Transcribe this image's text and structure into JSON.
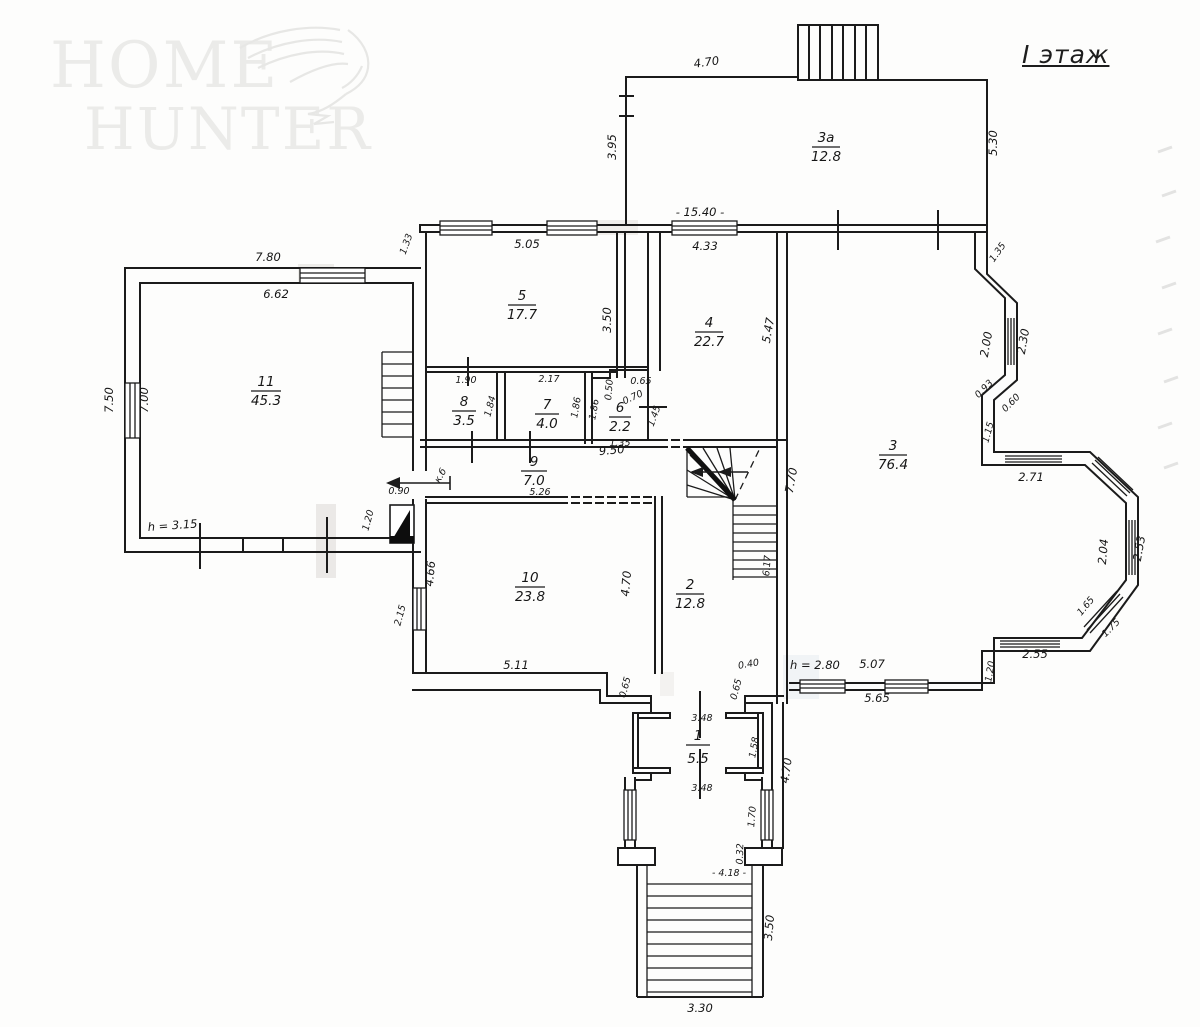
{
  "floor_label": "I этаж",
  "watermark": {
    "line1": "HOME",
    "line2": "HUNTER"
  },
  "rooms": [
    {
      "number": "3а",
      "area": "12.8"
    },
    {
      "number": "11",
      "area": "45.3"
    },
    {
      "number": "5",
      "area": "17.7"
    },
    {
      "number": "4",
      "area": "22.7"
    },
    {
      "number": "8",
      "area": "3.5"
    },
    {
      "number": "7",
      "area": "4.0"
    },
    {
      "number": "6",
      "area": "2.2"
    },
    {
      "number": "9",
      "area": "7.0"
    },
    {
      "number": "10",
      "area": "23.8"
    },
    {
      "number": "2",
      "area": "12.8"
    },
    {
      "number": "3",
      "area": "76.4"
    },
    {
      "number": "1",
      "area": "5.5"
    }
  ],
  "dims": {
    "t_top": "4.70",
    "t_left": "3.95",
    "t_right": "5.30",
    "t_width": "- 15.40 -",
    "block_left": "1.33",
    "r11_top_out": "7.80",
    "r11_top_in": "6.62",
    "r11_left_out": "7.50",
    "r11_left_in": "7.00",
    "r11_h": "h = 3.15",
    "r11_b_right": "1.20",
    "r11_door": "0.90",
    "r5_top": "5.05",
    "r5_right": "3.50",
    "r4_top": "4.33",
    "r4_right": "5.47",
    "r8_top": "1.90",
    "r8_right": "1.84",
    "r7_top": "2.17",
    "r7_right": "1.86",
    "r6_left": "1.86",
    "r6_step": "0.50",
    "r6_top": "0.65",
    "r6_door": "0.70",
    "r6_right": "1.45",
    "r6_bottom": "1.35",
    "r9_len": "9.50",
    "r9_bottom": "5.26",
    "r10_left_in": "4.66",
    "r10_left_out": "2.15",
    "r10_right": "4.70",
    "r10_bottom": "5.11",
    "r2_wall": "7.70",
    "r2_stair": "6.17",
    "r2_jog_l": "0.65",
    "r2_jog_r": "0.65",
    "r2_step": "0.40",
    "bay_1": "1.35",
    "bay_w1_in": "2.00",
    "bay_w1_out": "2.30",
    "bay_2": "0.93",
    "bay_3": "0.60",
    "bay_4": "1.15",
    "bay_top": "2.71",
    "bay_w2_in": "2.04",
    "bay_w2_out": "2.53",
    "bay_d_in": "1.65",
    "bay_d_out": "1.75",
    "bay_bottom": "2.55",
    "bay_left": "1.20",
    "r3_h": "h = 2.80",
    "r3_b_in": "5.07",
    "r3_b_out": "5.65",
    "r1_top": "3.48",
    "r1_right": "1.58",
    "r1_bottom": "3.48",
    "v_right": "1.70",
    "v_jog": "0.32",
    "v_width": "- 4.18 -",
    "ext_right": "4.70",
    "s_h": "3.50",
    "s_w": "3.30",
    "door_note": "к.б"
  }
}
